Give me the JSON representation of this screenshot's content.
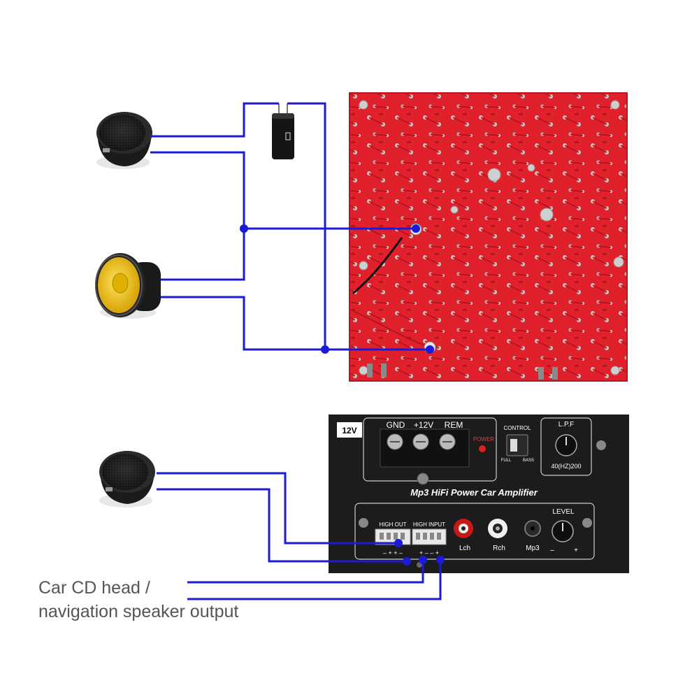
{
  "colors": {
    "wire": "#1a1ad8",
    "pcb": "#e0202a",
    "panel": "#1c1c1c",
    "cone_yellow": "#f2c100"
  },
  "icons": [
    "tweeter-icon",
    "woofer-icon",
    "capacitor-icon",
    "pcb-board-image",
    "amplifier-panel-image"
  ],
  "terminal_block": {
    "gnd": "GND",
    "v12": "+12V",
    "rem": "REM"
  },
  "amplifier": {
    "voltage_badge": "12V",
    "power_label": "POWER",
    "control_label": "CONTROL",
    "control_full": "FULL",
    "control_bass": "BASS",
    "lpf_label": "L.P.F",
    "lpf_range": "40(HZ)200",
    "title": "Mp3 HiFi Power Car Amplifier",
    "high_out": "HIGH OUT",
    "high_input": "HIGH INPUT",
    "high_out_pins": "– + + –",
    "high_input_pins": "+ – – +",
    "lch": "Lch",
    "rch": "Rch",
    "mp3": "Mp3",
    "level_label": "LEVEL",
    "level_minus": "–",
    "level_plus": "+"
  },
  "caption": {
    "line1": "Car CD head /",
    "line2": "navigation speaker output"
  }
}
